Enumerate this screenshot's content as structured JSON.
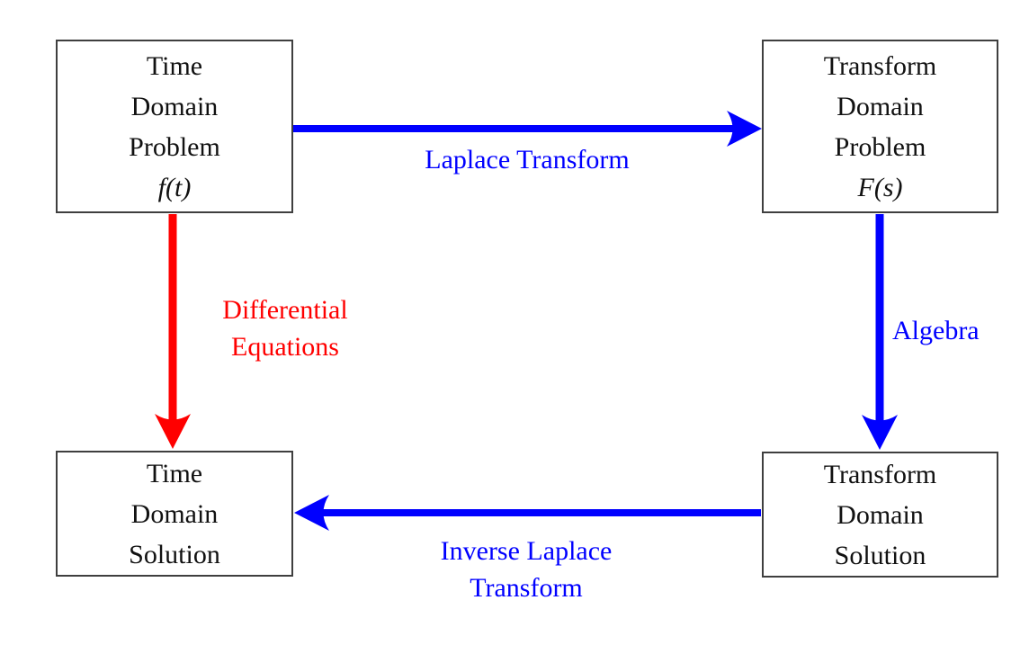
{
  "diagram": {
    "title_semantic": "Laplace Transform method diagram",
    "colors": {
      "arrow_blue": "#0000ff",
      "arrow_red": "#ff0000",
      "box_border": "#3f3f3f",
      "box_text": "#111111",
      "background": "#ffffff"
    },
    "boxes": {
      "top_left": {
        "lines": "Time\nDomain\nProblem",
        "math": "f(t)"
      },
      "top_right": {
        "lines": "Transform\nDomain\nProblem",
        "math": "F(s)"
      },
      "bottom_left": {
        "lines": "Time\nDomain\nSolution"
      },
      "bottom_right": {
        "lines": "Transform\nDomain\nSolution"
      }
    },
    "arrows": {
      "laplace": {
        "label": "Laplace Transform",
        "color": "#0000ff",
        "direction": "right",
        "from": "top_left",
        "to": "top_right"
      },
      "algebra": {
        "label": "Algebra",
        "color": "#0000ff",
        "direction": "down",
        "from": "top_right",
        "to": "bottom_right"
      },
      "differential": {
        "label": "Differential\nEquations",
        "color": "#ff0000",
        "direction": "down",
        "from": "top_left",
        "to": "bottom_left"
      },
      "inverse_laplace": {
        "label": "Inverse Laplace\nTransform",
        "color": "#0000ff",
        "direction": "left",
        "from": "bottom_right",
        "to": "bottom_left"
      }
    }
  }
}
